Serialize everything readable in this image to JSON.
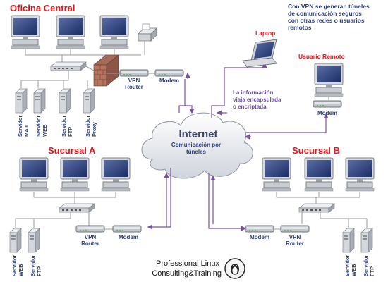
{
  "sites": {
    "central": "Oficina Central",
    "branch_a": "Sucursal A",
    "branch_b": "Sucursal B",
    "remote_user": "Usuario Remoto",
    "laptop": "Laptop"
  },
  "intro": [
    "Con VPN se generan túneles",
    "de comunicación seguros",
    "con otras redes o usuarios",
    "remotos"
  ],
  "encrypted_note": [
    "La información",
    "viaja encapsulada",
    "o encriptada"
  ],
  "internet": {
    "title": "Internet",
    "subtitle": [
      "Comunicación por",
      "túneles"
    ]
  },
  "devices": {
    "vpn_router": [
      "VPN",
      "Router"
    ],
    "modem": "Modem"
  },
  "servers": {
    "central": [
      [
        "Servidor",
        "MAIL"
      ],
      [
        "Servidor",
        "WEB"
      ],
      [
        "Servidor",
        "FTP"
      ],
      [
        "Servidor",
        "Proxy"
      ]
    ],
    "branch_a": [
      [
        "Servidor",
        "WEB"
      ],
      [
        "Servidor",
        "FTP"
      ]
    ],
    "branch_b": [
      [
        "Servidor",
        "WEB"
      ],
      [
        "Servidor",
        "FTP"
      ]
    ]
  },
  "footer": [
    "Professional Linux",
    "Consulting&Training"
  ],
  "colors": {
    "title_red": "#e8151a",
    "text_blue": "#2c3e7a",
    "tunnel_purple": "#7a4fa6"
  }
}
